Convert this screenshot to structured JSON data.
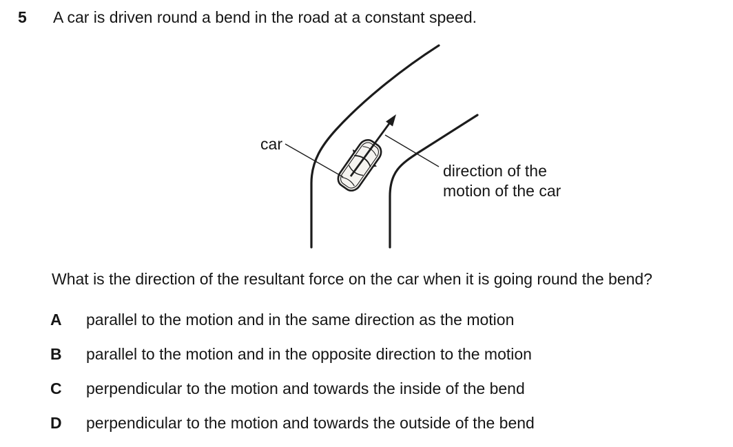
{
  "question": {
    "number": "5",
    "stem": "A car is driven round a bend in the road at a constant speed.",
    "prompt": "What is the direction of the resultant force on the car when it is going round the bend?",
    "options": [
      {
        "letter": "A",
        "text": "parallel to the motion and in the same direction as the motion"
      },
      {
        "letter": "B",
        "text": "parallel to the motion and in the opposite direction to the motion"
      },
      {
        "letter": "C",
        "text": "perpendicular to the motion and towards the inside of the bend"
      },
      {
        "letter": "D",
        "text": "perpendicular to the motion and towards the outside of the bend"
      }
    ]
  },
  "diagram": {
    "car_label": "car",
    "direction_label_line1": "direction of the",
    "direction_label_line2": "motion of the car",
    "ink_color": "#1c1c1c",
    "car_fill_color": "#f5f3f0"
  }
}
